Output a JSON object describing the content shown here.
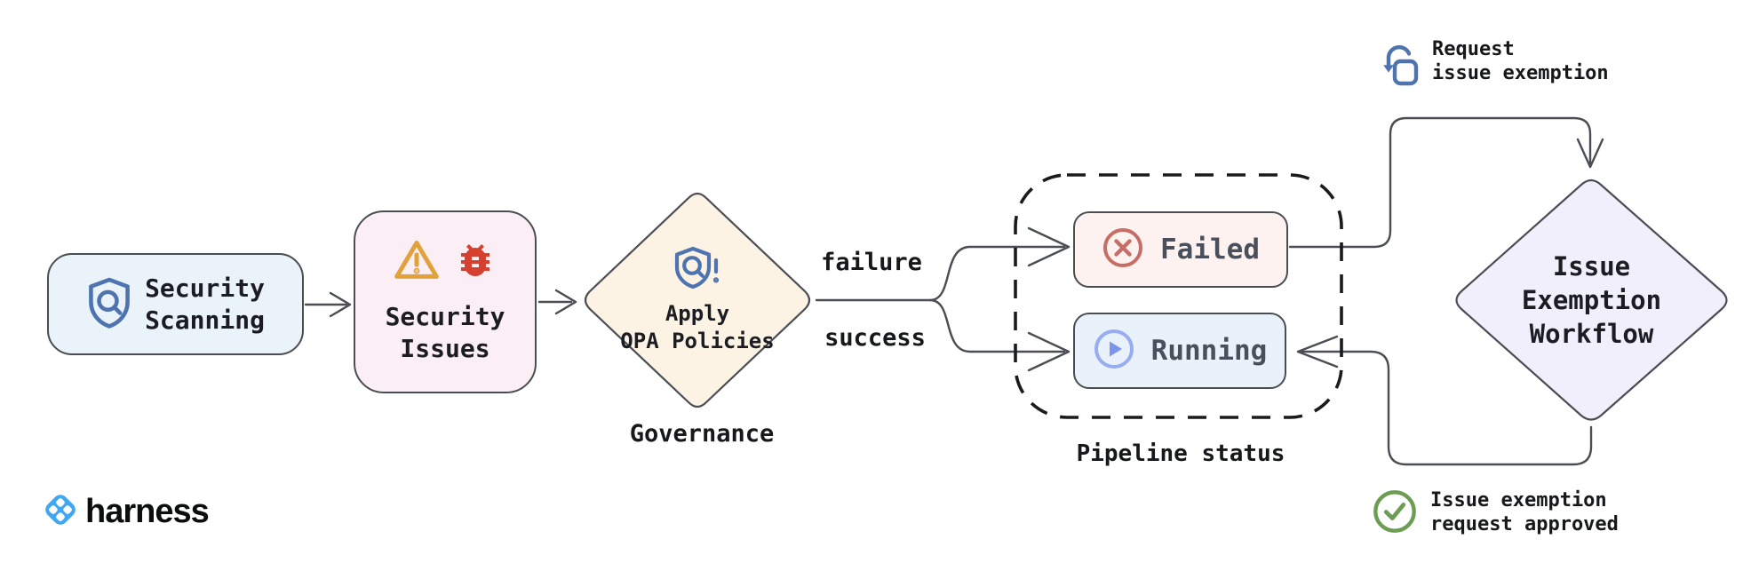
{
  "nodes": {
    "security_scanning": {
      "label": "Security\nScanning",
      "icon": "shield-search-icon",
      "bg": "#eaf2fa"
    },
    "security_issues": {
      "label": "Security\nIssues",
      "icons": [
        "warning-icon",
        "bug-icon"
      ],
      "bg": "#fbeef4"
    },
    "apply_opa_policies": {
      "label": "Apply\nOPA Policies",
      "icon": "shield-alert-icon",
      "bg": "#fcf3e5",
      "caption": "Governance"
    },
    "failed": {
      "label": "Failed",
      "icon": "x-circle-icon",
      "bg": "#fdf2ef"
    },
    "running": {
      "label": "Running",
      "icon": "play-circle-icon",
      "bg": "#e9f1fb"
    },
    "issue_exemption_workflow": {
      "label": "Issue\nExemption\nWorkflow",
      "bg": "#f1effb"
    }
  },
  "groups": {
    "pipeline_status": {
      "caption": "Pipeline status"
    }
  },
  "edges": {
    "failure_label": "failure",
    "success_label": "success"
  },
  "annotations": {
    "request_exemption": {
      "label": "Request\nissue exemption",
      "icon": "tap-icon"
    },
    "approved": {
      "label": "Issue exemption\nrequest approved",
      "icon": "check-circle-icon"
    }
  },
  "branding": {
    "wordmark": "harness"
  },
  "colors": {
    "line": "#4a4d53",
    "dashed_border": "#1a1b1e",
    "icon_blue": "#4e74b0",
    "warning_orange": "#e2a23b",
    "bug_red": "#d6402f",
    "failed_red": "#c66e66",
    "running_blue": "#7b95ec",
    "approved_green": "#6d9d54",
    "harness_blue": "#3fa7f3"
  }
}
